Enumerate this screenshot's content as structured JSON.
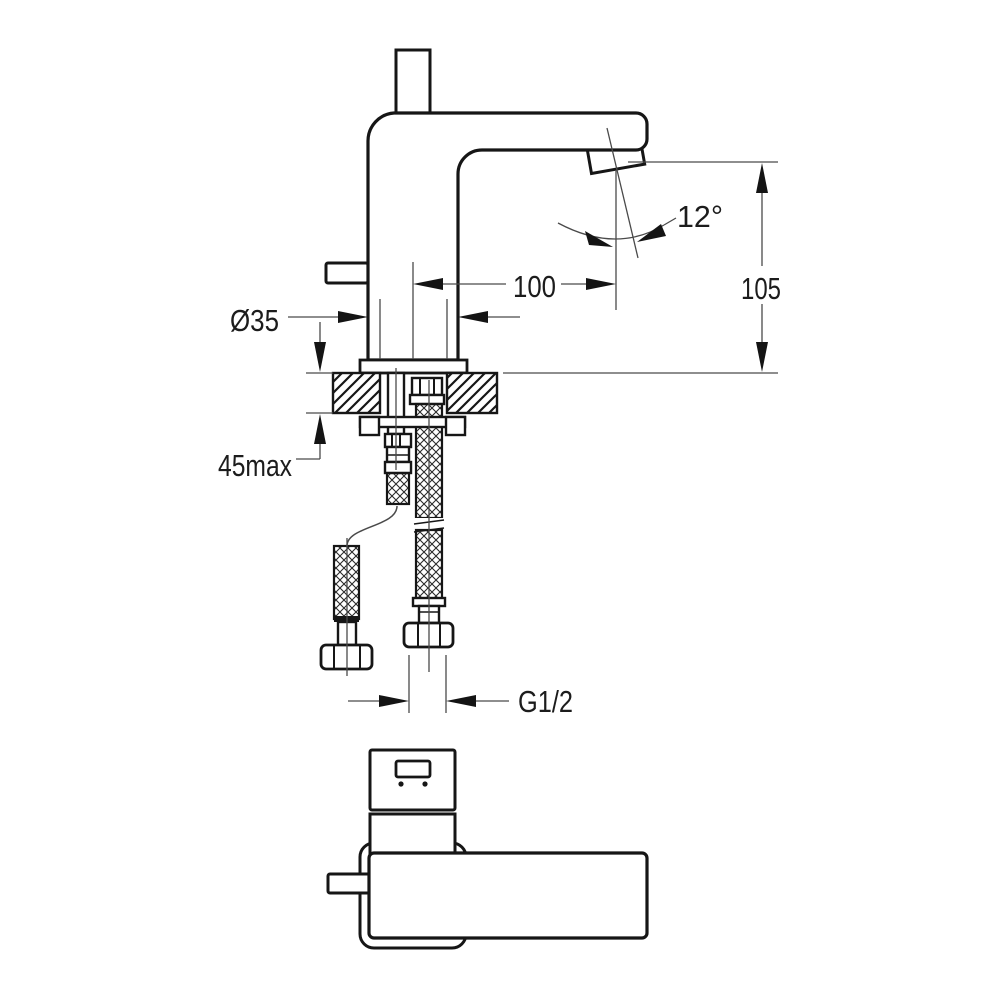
{
  "page": {
    "background": "#ffffff",
    "title": "Basin mixer tap — dimensional technical drawing"
  },
  "drawing": {
    "colors": {
      "object": "#161616",
      "dim": "#4a4a4a",
      "arrow": "#141414",
      "text": "#1c1c1c",
      "hatch": "#161616"
    },
    "dimensions": {
      "body_diameter": "Ø35",
      "spout_reach": "100",
      "overall_height": "105",
      "spout_angle": "12°",
      "deck_thickness_max": "45max",
      "connection_thread": "G1/2"
    }
  }
}
